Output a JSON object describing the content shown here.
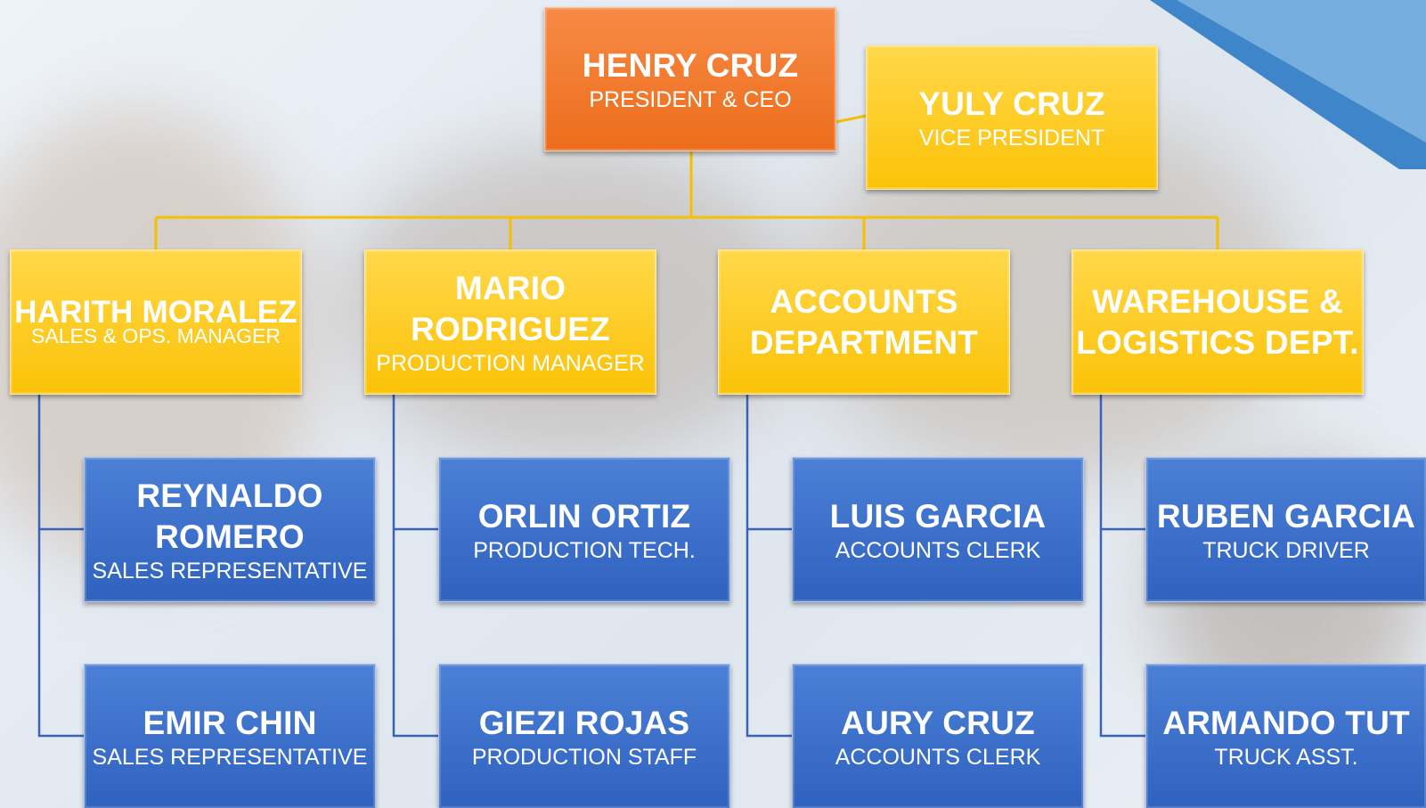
{
  "chart_title": "",
  "nodes": {
    "ceo": {
      "name": "HENRY CRUZ",
      "role": "PRESIDENT & CEO"
    },
    "vp": {
      "name": "YULY CRUZ",
      "role": "VICE PRESIDENT"
    },
    "sales_mgr": {
      "name": "HARITH MORALEZ",
      "role": "SALES & OPS. MANAGER"
    },
    "prod_mgr": {
      "name_line1": "MARIO",
      "name_line2": "RODRIGUEZ",
      "role": "PRODUCTION MANAGER"
    },
    "accounts": {
      "name_line1": "ACCOUNTS",
      "name_line2": "DEPARTMENT"
    },
    "warehouse": {
      "name_line1": "WAREHOUSE &",
      "name_line2": "LOGISTICS DEPT."
    },
    "sales_rep1": {
      "name_line1": "REYNALDO",
      "name_line2": "ROMERO",
      "role": "SALES REPRESENTATIVE"
    },
    "sales_rep2": {
      "name": "EMIR CHIN",
      "role": "SALES REPRESENTATIVE"
    },
    "prod_tech": {
      "name": "ORLIN ORTIZ",
      "role": "PRODUCTION TECH."
    },
    "prod_staff": {
      "name": "GIEZI ROJAS",
      "role": "PRODUCTION STAFF"
    },
    "clerk1": {
      "name": "LUIS GARCIA",
      "role": "ACCOUNTS CLERK"
    },
    "clerk2": {
      "name": "AURY CRUZ",
      "role": "ACCOUNTS CLERK"
    },
    "driver": {
      "name": "RUBEN GARCIA",
      "role": "TRUCK DRIVER"
    },
    "driver_asst": {
      "name": "ARMANDO TUT",
      "role": "TRUCK ASST."
    }
  },
  "colors": {
    "executive": "#ec6d1c",
    "manager": "#fbc207",
    "staff": "#2f62bf",
    "manager_connector": "#f5c000",
    "staff_connector": "#3a63b8"
  }
}
